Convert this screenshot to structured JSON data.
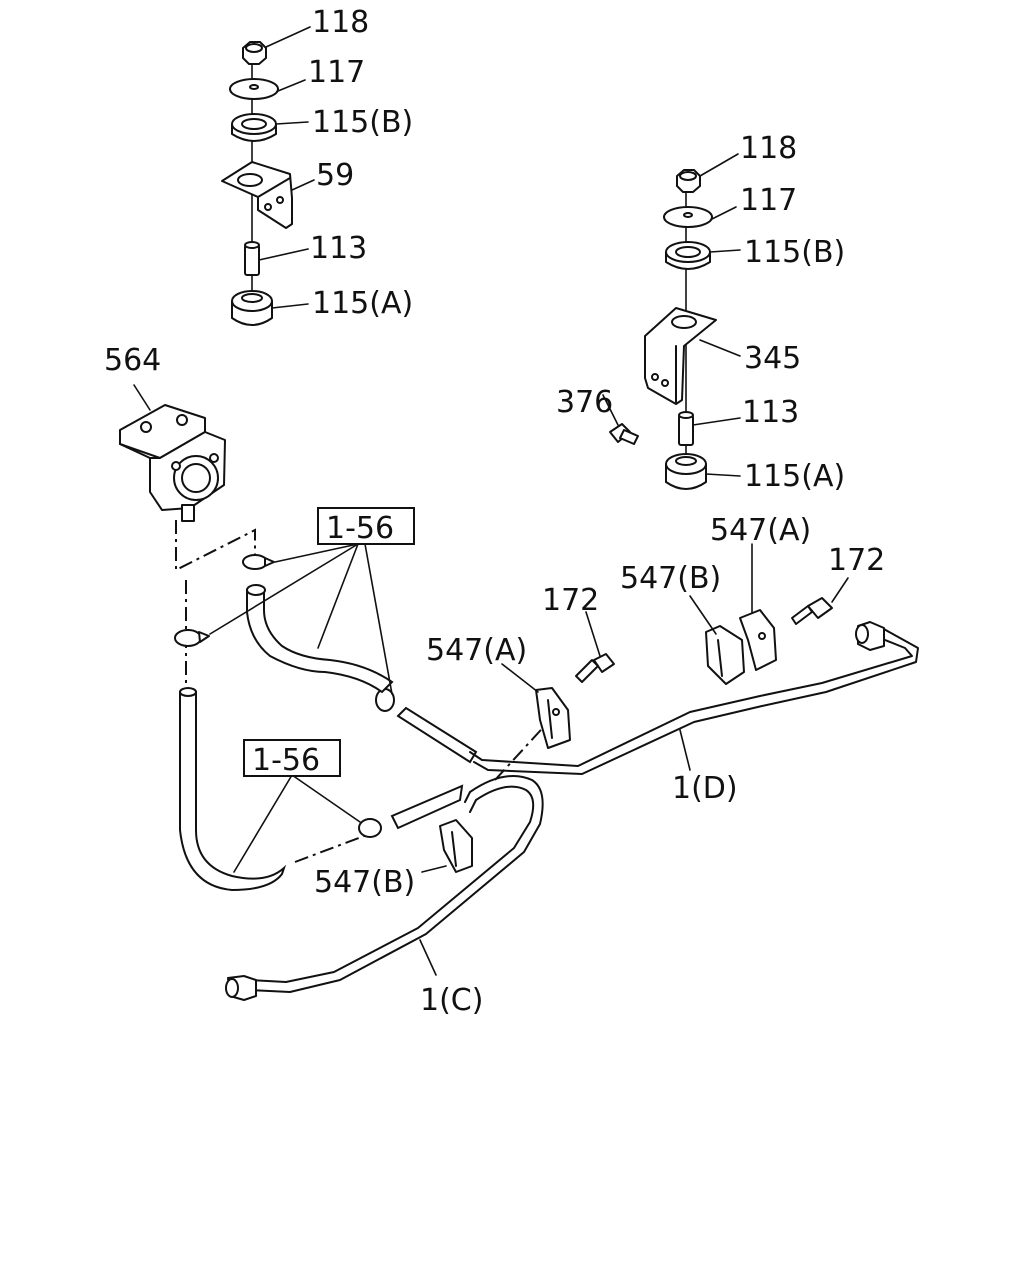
{
  "labels": {
    "nut_left": "118",
    "washer_left": "117",
    "bushing_b_left": "115(B)",
    "bracket_left": "59",
    "collar_left": "113",
    "bushing_a_left": "115(A)",
    "nut_right": "118",
    "washer_right": "117",
    "bushing_b_right": "115(B)",
    "bracket_right": "345",
    "bolt_376": "376",
    "collar_right": "113",
    "bushing_a_right": "115(A)",
    "reservoir": "564",
    "ref_box_upper": "1-56",
    "ref_box_lower": "1-56",
    "clip_a_right": "547(A)",
    "bolt_172_right": "172",
    "clip_b_right": "547(B)",
    "bolt_172_mid": "172",
    "clip_a_mid": "547(A)",
    "pipe_d": "1(D)",
    "clip_b_lower": "547(B)",
    "pipe_c": "1(C)"
  }
}
